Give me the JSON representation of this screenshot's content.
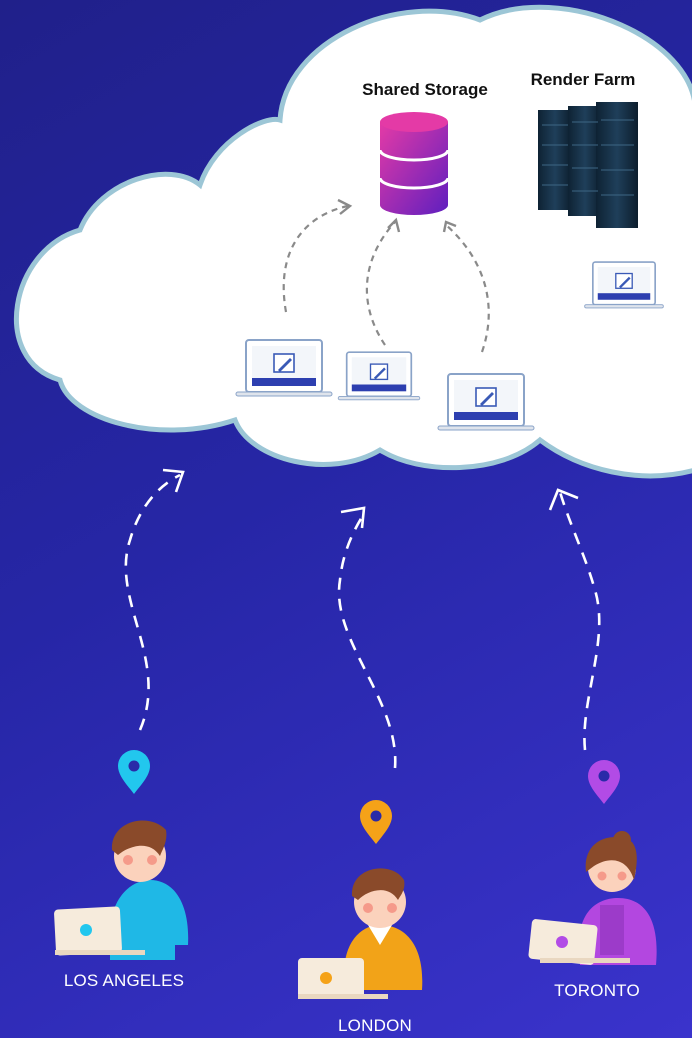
{
  "cloud": {
    "storage_label": "Shared Storage",
    "render_label": "Render Farm"
  },
  "locations": [
    {
      "name": "LOS ANGELES",
      "pin_color": "#22c7ee",
      "shirt_color": "#1fb8e6"
    },
    {
      "name": "LONDON",
      "pin_color": "#f5a218",
      "shirt_color": "#f2a318"
    },
    {
      "name": "TORONTO",
      "pin_color": "#b24be6",
      "shirt_color": "#b347e0"
    }
  ],
  "colors": {
    "cloud_fill": "#ffffff",
    "cloud_stroke": "#9cc6d6",
    "storage_gradient": [
      "#e43aa6",
      "#5e1fbf"
    ],
    "arrow_light": "#ffffff",
    "arrow_dark": "#8a8a8a"
  }
}
